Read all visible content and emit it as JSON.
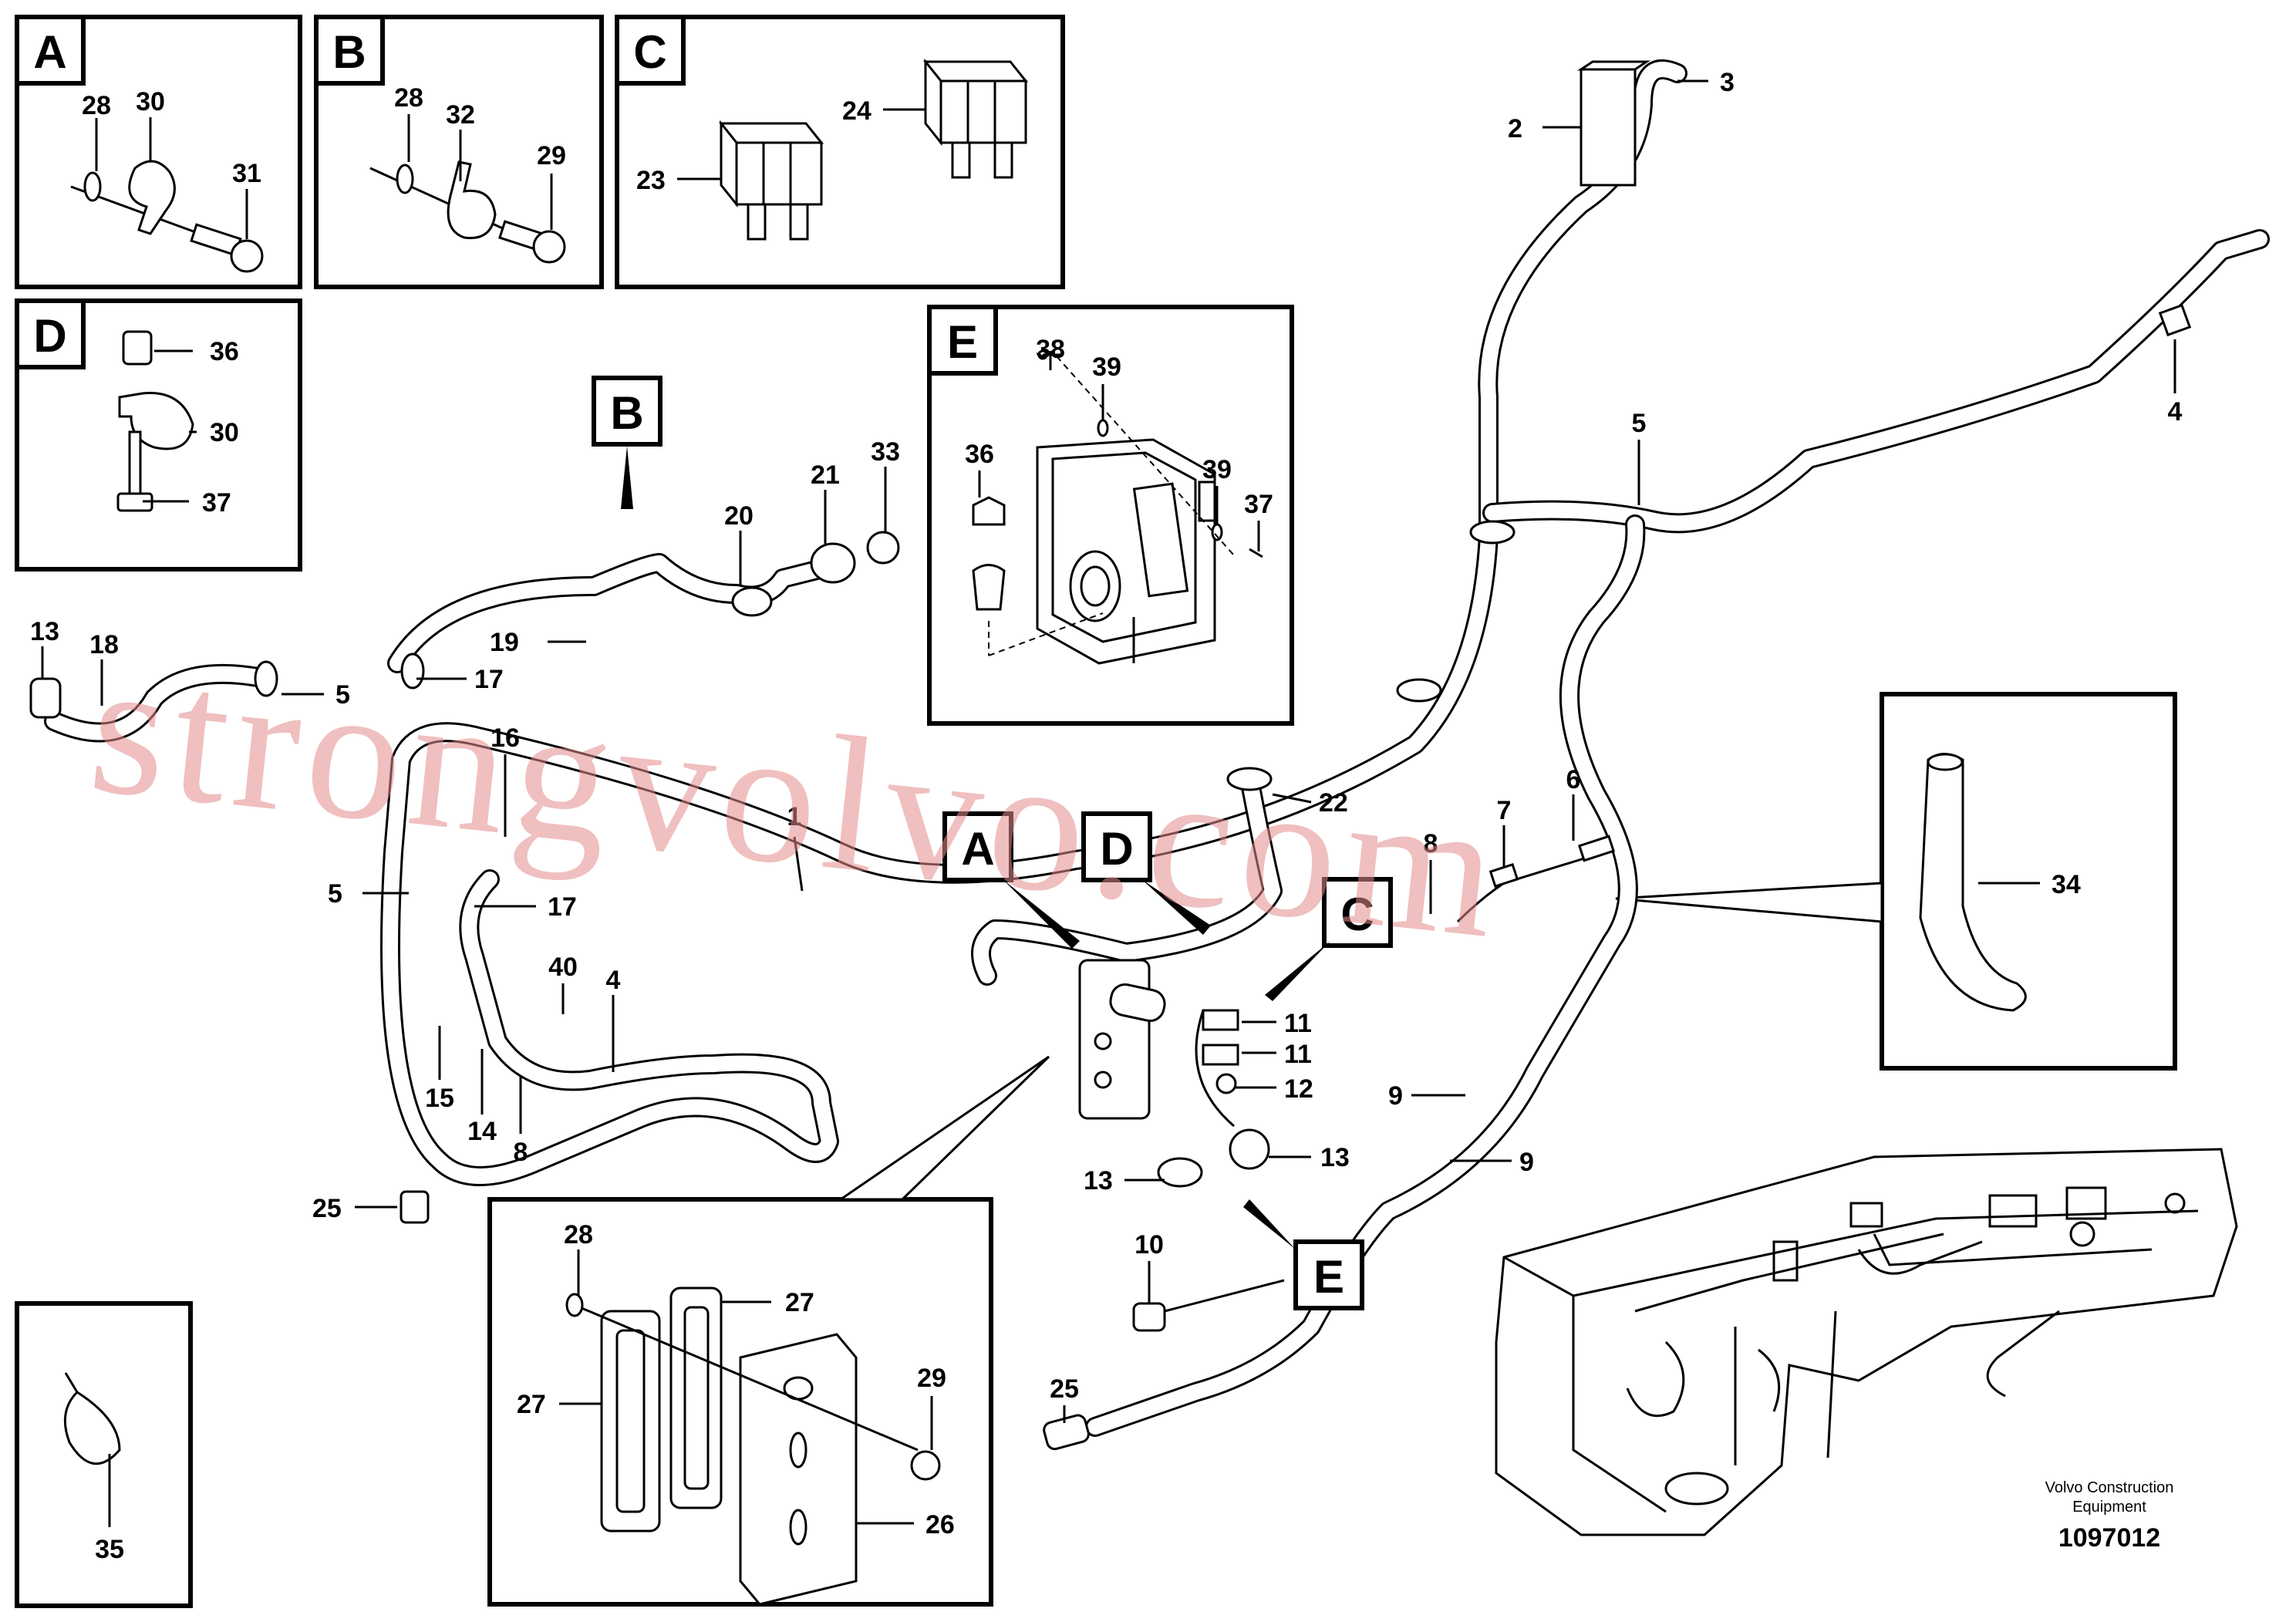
{
  "detail_letters": {
    "A": "A",
    "B": "B",
    "C": "C",
    "D": "D",
    "E": "E"
  },
  "detail_A_labels": [
    "28",
    "30",
    "31"
  ],
  "detail_B_labels": [
    "28",
    "32",
    "29"
  ],
  "detail_C_labels": [
    "24",
    "23"
  ],
  "detail_D_labels": [
    "36",
    "30",
    "37"
  ],
  "detail_E_labels": [
    "38",
    "39",
    "36",
    "39",
    "37"
  ],
  "detail_plate_labels": [
    "28",
    "27",
    "27",
    "29",
    "26"
  ],
  "detail_clip_labels": [
    "34"
  ],
  "detail_tie_labels": [
    "35"
  ],
  "main_labels": [
    "3",
    "2",
    "4",
    "5",
    "13",
    "18",
    "5",
    "17",
    "19",
    "20",
    "21",
    "33",
    "16",
    "1",
    "22",
    "5",
    "17",
    "40",
    "4",
    "15",
    "14",
    "8",
    "25",
    "11",
    "11",
    "12",
    "13",
    "13",
    "10",
    "25",
    "6",
    "7",
    "8",
    "9",
    "9"
  ],
  "watermark": "strongvolvo.com",
  "credit_line1": "Volvo Construction",
  "credit_line2": "Equipment",
  "doc_number": "1097012"
}
